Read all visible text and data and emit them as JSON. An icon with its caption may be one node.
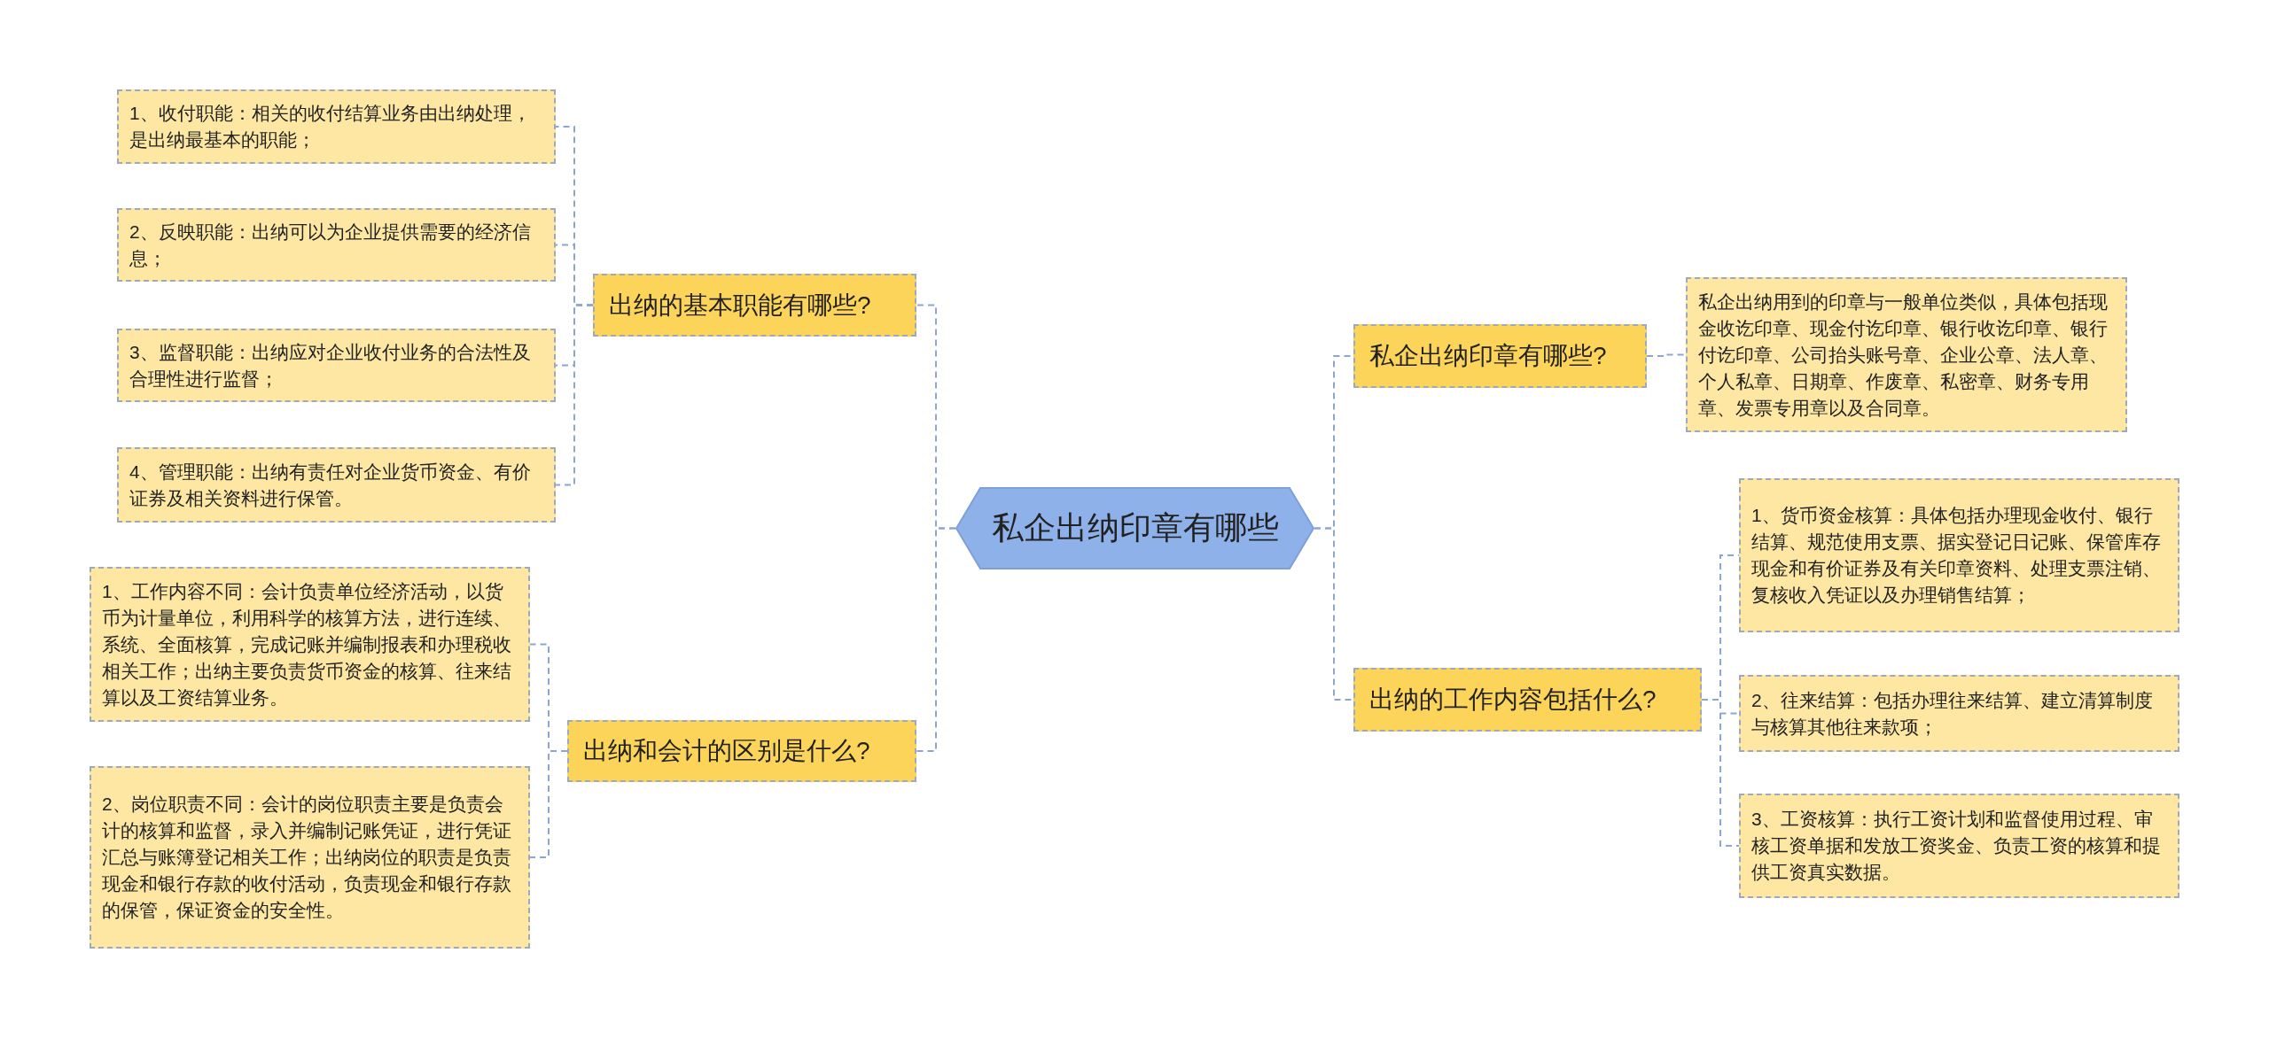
{
  "diagram": {
    "nodes": [
      {
        "text": [
          "私企出纳印章有哪些"
        ]
      },
      {
        "text": [
          "出纳的基本职能有哪些?"
        ]
      },
      {
        "text": [
          "1、收付职能：相关的收付结算业务由出纳处理，是出纳最基本的职能；"
        ]
      },
      {
        "text": [
          "2、反映职能：出纳可以为企业提供需要的经济信息；"
        ]
      },
      {
        "text": [
          "3、监督职能：出纳应对企业收付业务的合法性及合理性进行监督；"
        ]
      },
      {
        "text": [
          "4、管理职能：出纳有责任对企业货币资金、有价证券及相关资料进行保管。"
        ]
      },
      {
        "text": [
          "出纳和会计的区别是什么?"
        ]
      },
      {
        "text": [
          "1、工作内容不同：会计负责单位经济活动，以货币为计量单位，利用科学的核算方法，进行连续、系统、全面核算，完成记账并编制报表和办理税收相关工作；出纳主要负责货币资金的核算、往来结算以及工资结算业务。"
        ]
      },
      {
        "text": [
          "2、岗位职责不同：会计的岗位职责主要是负责会计的核算和监督，录入并编制记账凭证，进行凭证汇总与账簿登记相关工作；出纳岗位的职责是负责现金和银行存款的收付活动，负责现金和银行存款的保管，保证资金的安全性。"
        ]
      },
      {
        "text": [
          "私企出纳印章有哪些?"
        ]
      },
      {
        "text": [
          "私企出纳用到的印章与一般单位类似，具体包括现金收讫印章、现金付讫印章、银行收讫印章、银行付讫印章、公司抬头账号章、企业公章、法人章、个人私章、日期章、作废章、私密章、财务专用章、发票专用章以及合同章。"
        ]
      },
      {
        "text": [
          "出纳的工作内容包括什么?"
        ]
      },
      {
        "text": [
          "1、货币资金核算：具体包括办理现金收付、银行结算、规范使用支票、据实登记日记账、保管库存现金和有价证券及有关印章资料、处理支票注销、复核收入凭证以及办理销售结算；"
        ]
      },
      {
        "text": [
          "2、往来结算：包括办理往来结算、建立清算制度与核算其他往来款项；"
        ]
      },
      {
        "text": [
          "3、工资核算：执行工资计划和监督使用过程、审核工资单据和发放工资奖金、负责工资的核算和提供工资真实数据。"
        ]
      }
    ],
    "edges": [
      {
        "from": 0,
        "to": 1,
        "arrow": "none",
        "style": "dashed"
      },
      {
        "from": 1,
        "to": 2,
        "arrow": "none",
        "style": "dashed"
      },
      {
        "from": 1,
        "to": 3,
        "arrow": "none",
        "style": "dashed"
      },
      {
        "from": 1,
        "to": 4,
        "arrow": "none",
        "style": "dashed"
      },
      {
        "from": 1,
        "to": 5,
        "arrow": "none",
        "style": "dashed"
      },
      {
        "from": 0,
        "to": 6,
        "arrow": "none",
        "style": "dashed"
      },
      {
        "from": 6,
        "to": 7,
        "arrow": "none",
        "style": "dashed"
      },
      {
        "from": 6,
        "to": 8,
        "arrow": "none",
        "style": "dashed"
      },
      {
        "from": 0,
        "to": 9,
        "arrow": "none",
        "style": "dashed"
      },
      {
        "from": 9,
        "to": 10,
        "arrow": "none",
        "style": "dashed"
      },
      {
        "from": 0,
        "to": 11,
        "arrow": "none",
        "style": "dashed"
      },
      {
        "from": 11,
        "to": 12,
        "arrow": "none",
        "style": "dashed"
      },
      {
        "from": 11,
        "to": 13,
        "arrow": "none",
        "style": "dashed"
      },
      {
        "from": 11,
        "to": 14,
        "arrow": "none",
        "style": "dashed"
      }
    ]
  }
}
